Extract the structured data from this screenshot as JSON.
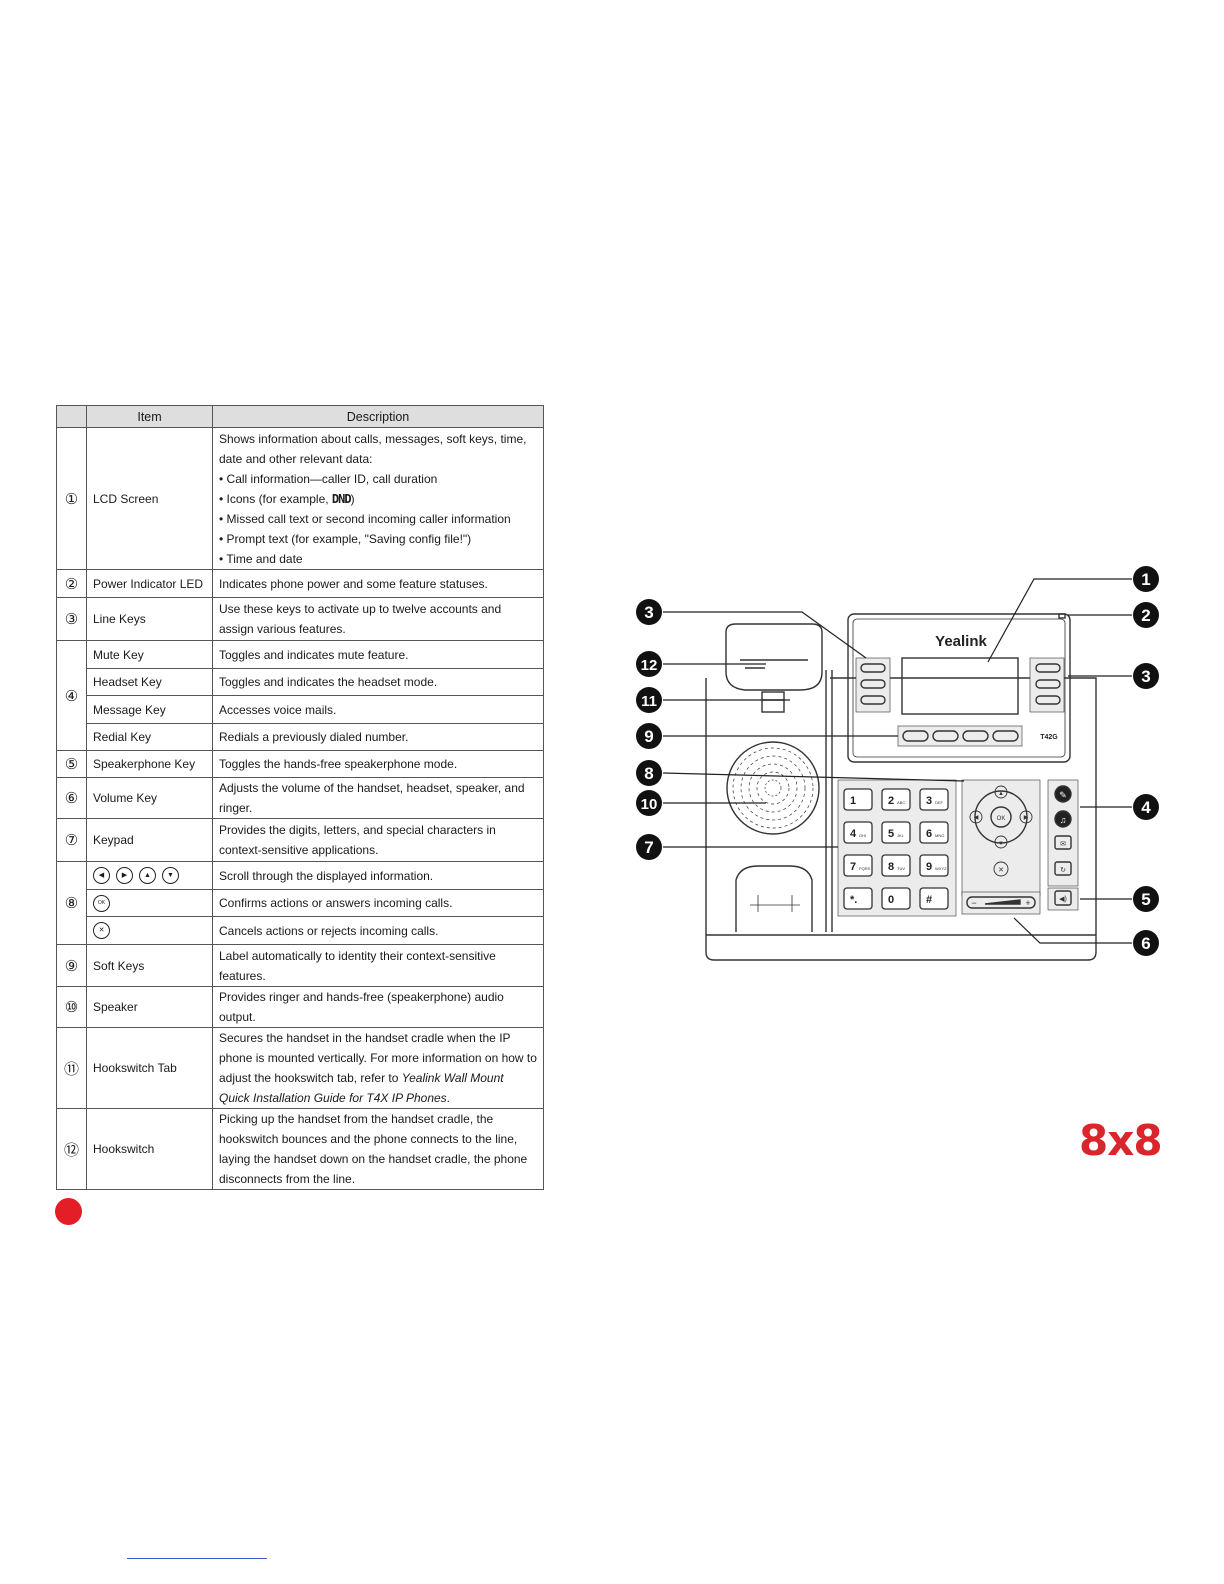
{
  "table": {
    "headers": [
      "Item",
      "Description"
    ],
    "rows": [
      {
        "num": "①",
        "item": "LCD Screen",
        "intro": "Shows information about calls, messages, soft keys, time, date and other relevant data:",
        "bullets": [
          "Call information—caller ID, call duration",
          "Icons (for example, ",
          "Missed call text or second incoming caller information",
          "Prompt text (for example, \"Saving config file!\")",
          "Time and date"
        ],
        "dnd_icon": "DND",
        "bullet2_suffix": ")"
      },
      {
        "num": "②",
        "item": "Power Indicator LED",
        "desc": "Indicates phone power and some feature statuses."
      },
      {
        "num": "③",
        "item": "Line Keys",
        "desc": "Use these keys to activate up to twelve accounts and assign various features."
      },
      {
        "num": "④",
        "item": "Mute Key",
        "desc": "Toggles and indicates mute feature."
      },
      {
        "item": "Headset Key",
        "desc": "Toggles and indicates the headset mode."
      },
      {
        "item": "Message Key",
        "desc": "Accesses voice mails."
      },
      {
        "item": "Redial Key",
        "desc": "Redials a previously dialed number."
      },
      {
        "num": "⑤",
        "item": "Speakerphone Key",
        "desc": "Toggles the hands-free speakerphone mode."
      },
      {
        "num": "⑥",
        "item": "Volume Key",
        "desc": "Adjusts the volume of the handset, headset, speaker, and ringer."
      },
      {
        "num": "⑦",
        "item": "Keypad",
        "desc": "Provides the digits, letters, and special characters in context-sensitive applications."
      },
      {
        "num": "⑧",
        "desc": "Scroll through the displayed information."
      },
      {
        "desc": "Confirms actions or answers incoming calls."
      },
      {
        "desc": "Cancels actions or rejects incoming calls."
      },
      {
        "num": "⑨",
        "item": "Soft Keys",
        "desc": "Label automatically to identity their context-sensitive features."
      },
      {
        "num": "⑩",
        "item": "Speaker",
        "desc": "Provides ringer and hands-free (speakerphone) audio output."
      },
      {
        "num": "⑪",
        "item": "Hookswitch Tab",
        "desc_pre": "Secures the handset in the handset cradle when the IP phone is mounted vertically. For more information on how to adjust the hookswitch tab, refer to ",
        "desc_italic": "Yealink Wall Mount Quick Installation Guide for T4X IP Phones",
        "desc_post": "."
      },
      {
        "num": "⑫",
        "item": "Hookswitch",
        "desc": "Picking up the handset from the handset cradle, the hookswitch bounces and the phone connects to the line, laying the handset down on the handset cradle, the phone disconnects from the line."
      }
    ],
    "nav_glyphs": {
      "left": "◀",
      "right": "▶",
      "up": "▲",
      "down": "▼",
      "ok": "OK",
      "cancel": "✕"
    }
  },
  "diagram": {
    "brand": "Yealink",
    "model": "T42G",
    "callouts": [
      "1",
      "2",
      "3",
      "3",
      "4",
      "5",
      "6",
      "7",
      "8",
      "9",
      "10",
      "11",
      "12"
    ],
    "keys": [
      "1",
      "2",
      "3",
      "4",
      "5",
      "6",
      "7",
      "8",
      "9",
      "*.",
      "0",
      "#"
    ],
    "key_subs": [
      "",
      "ABC",
      "DEF",
      "GHI",
      "JKL",
      "MNO",
      "PQRS",
      "TUV",
      "WXYZ",
      "",
      "",
      ""
    ],
    "ok_label": "OK"
  },
  "logo": "8x8",
  "colors": {
    "accent": "#e41e26",
    "logo": "#d9252b",
    "table_header": "#dedede"
  }
}
